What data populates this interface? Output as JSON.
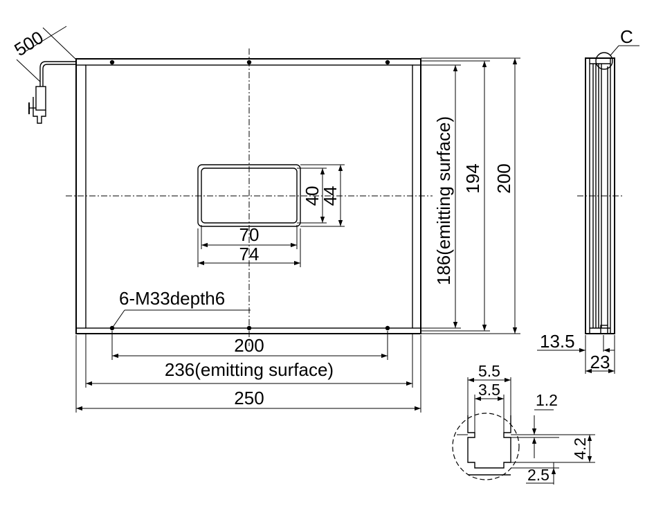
{
  "diagram": {
    "labels": {
      "cable_length": "500",
      "chamfer_marker": "C",
      "cutout_height_inner": "40",
      "cutout_height_outer": "44",
      "cutout_width_inner": "70",
      "cutout_width_outer": "74",
      "tap_holes": "6-M33depth6",
      "hole_pitch": "200",
      "emitting_width": "236(emitting surface)",
      "overall_width": "250",
      "emitting_height": "186(emitting surface)",
      "inner_height": "194",
      "overall_height": "200",
      "side_offset": "13.5",
      "side_thickness": "23",
      "detail_width_outer": "5.5",
      "detail_width_inner": "3.5",
      "detail_groove": "1.2",
      "detail_height": "4.2",
      "detail_step": "2.5"
    }
  }
}
